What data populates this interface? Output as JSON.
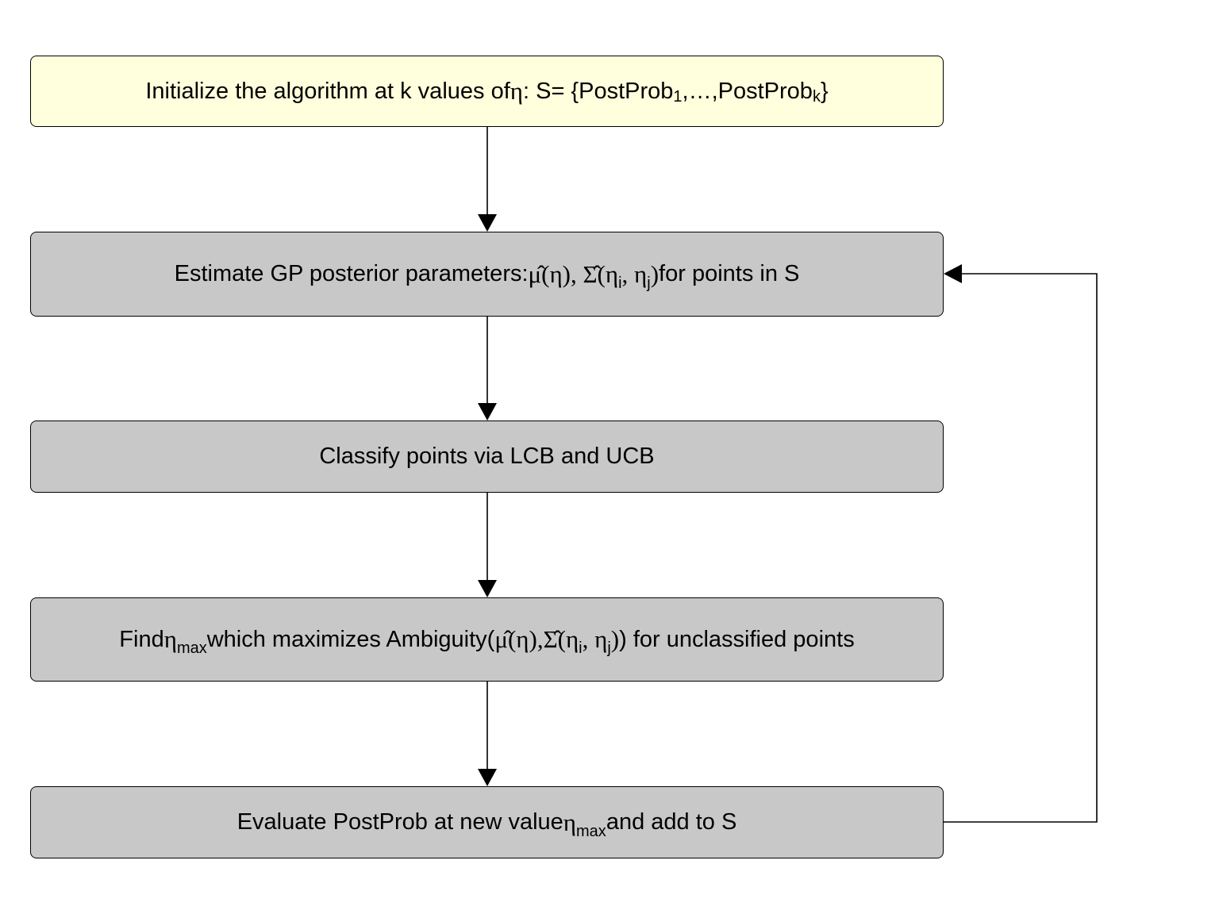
{
  "colors": {
    "start_fill": "#ffffdd",
    "step_fill": "#c8c8c8",
    "stroke": "#000000"
  },
  "steps": [
    {
      "pre": "Initialize the algorithm at k values of ",
      "eta": "η",
      "mid": ": S= {PostProb",
      "sub1": "1",
      "mid2": ",…,PostProb",
      "sub2": "k",
      "post": "}"
    },
    {
      "pre": "Estimate GP posterior parameters: ",
      "math": "μ̂(η), Σ̂(η",
      "sub_i": "i",
      "sep": ", η",
      "sub_j": "j",
      "close": ")",
      "post": " for points in S"
    },
    {
      "text": "Classify points via LCB and UCB"
    },
    {
      "pre": "Find ",
      "eta": "η",
      "sub": "max",
      "mid": " which maximizes Ambiguity(",
      "math": "μ̂(η),Σ̂(η",
      "sub_i": "i",
      "sep": ", η",
      "sub_j": "j",
      "close": ")",
      "post": ") for unclassified points"
    },
    {
      "pre": "Evaluate PostProb at new value ",
      "eta": "η",
      "sub": "max",
      "post": " and add to S"
    }
  ]
}
